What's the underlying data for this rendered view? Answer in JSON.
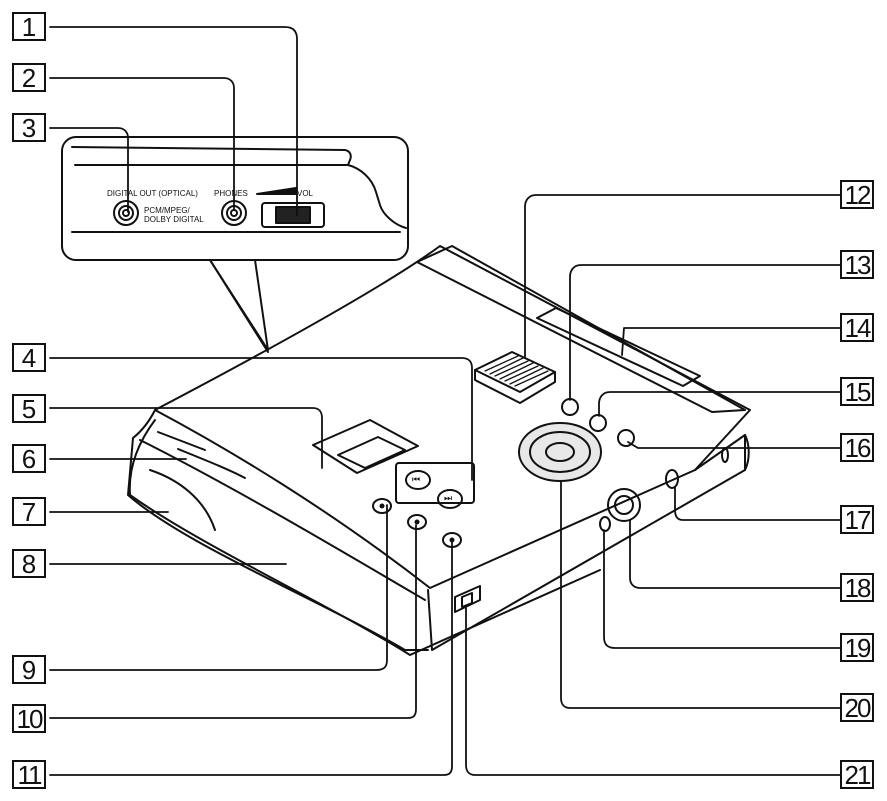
{
  "callouts": [
    "1",
    "2",
    "3",
    "4",
    "5",
    "6",
    "7",
    "8",
    "9",
    "10",
    "11",
    "12",
    "13",
    "14",
    "15",
    "16",
    "17",
    "18",
    "19",
    "20",
    "21"
  ],
  "inset": {
    "digital_out": "DIGITAL OUT (OPTICAL)",
    "pcm": "PCM/MPEG/",
    "dolby": "DOLBY DIGITAL",
    "phones": "PHONES",
    "vol": "VOL"
  },
  "buttons": {
    "prev_symbol": "⏮",
    "next_symbol": "⏭"
  },
  "colors": {
    "line": "#111111",
    "background": "#ffffff",
    "dial_fill": "#e8e8e8"
  }
}
